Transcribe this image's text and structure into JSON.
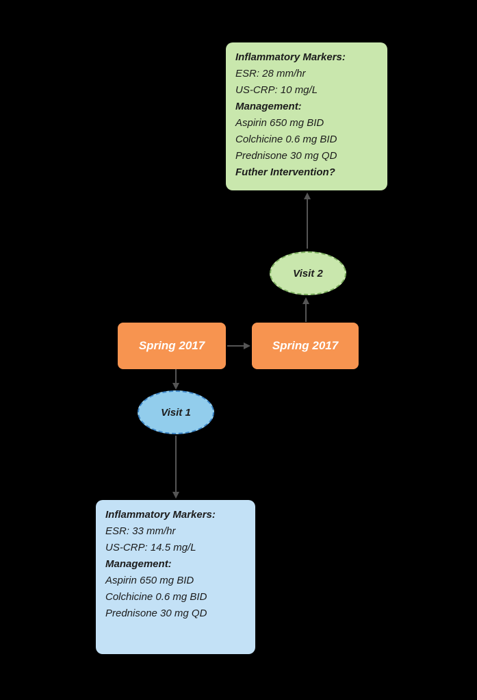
{
  "colors": {
    "canvas_bg": "#000000",
    "green_fill": "#c9e7ad",
    "green_border": "#7caf5e",
    "blue_card_fill": "#c3e1f6",
    "blue_ellipse_fill": "#92cdec",
    "blue_border": "#3d85c6",
    "orange_fill": "#f79450",
    "text_dark": "#1c1c1c",
    "text_light": "#ffffff",
    "arrow": "#555555"
  },
  "nodes": {
    "spring_left": {
      "label": "Spring 2017"
    },
    "spring_right": {
      "label": "Spring 2017"
    },
    "visit1": {
      "label": "Visit 1"
    },
    "visit2": {
      "label": "Visit 2"
    }
  },
  "visit2_card": {
    "markers_header": "Inflammatory Markers:",
    "esr": "ESR: 28 mm/hr",
    "crp": "US-CRP: 10 mg/L",
    "management_header": "Management:",
    "med1": "Aspirin 650 mg BID",
    "med2": "Colchicine 0.6 mg BID",
    "med3": "Prednisone 30 mg QD",
    "question": "Futher Intervention?"
  },
  "visit1_card": {
    "markers_header": "Inflammatory Markers:",
    "esr": "ESR: 33 mm/hr",
    "crp": "US-CRP: 14.5 mg/L",
    "management_header": "Management:",
    "med1": "Aspirin 650 mg BID",
    "med2": "Colchicine 0.6 mg BID",
    "med3": "Prednisone 30 mg QD"
  }
}
